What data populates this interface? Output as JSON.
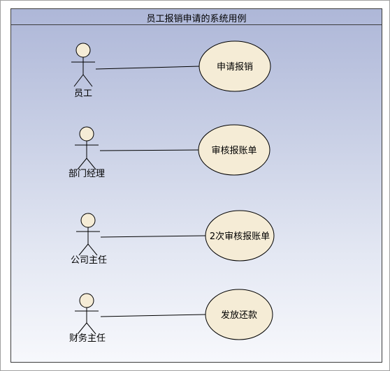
{
  "diagram": {
    "title": "员工报销申请的系统用例",
    "actors": [
      {
        "label": "员工"
      },
      {
        "label": "部门经理"
      },
      {
        "label": "公司主任"
      },
      {
        "label": "财务主任"
      }
    ],
    "usecases": [
      {
        "label": "申请报销"
      },
      {
        "label": "审核报账单"
      },
      {
        "label": "2次审核报账单"
      },
      {
        "label": "发放还款"
      }
    ],
    "colors": {
      "usecase_fill": "#f5ecd6",
      "actor_fill": "#f5ecd6",
      "line": "#000000"
    }
  }
}
